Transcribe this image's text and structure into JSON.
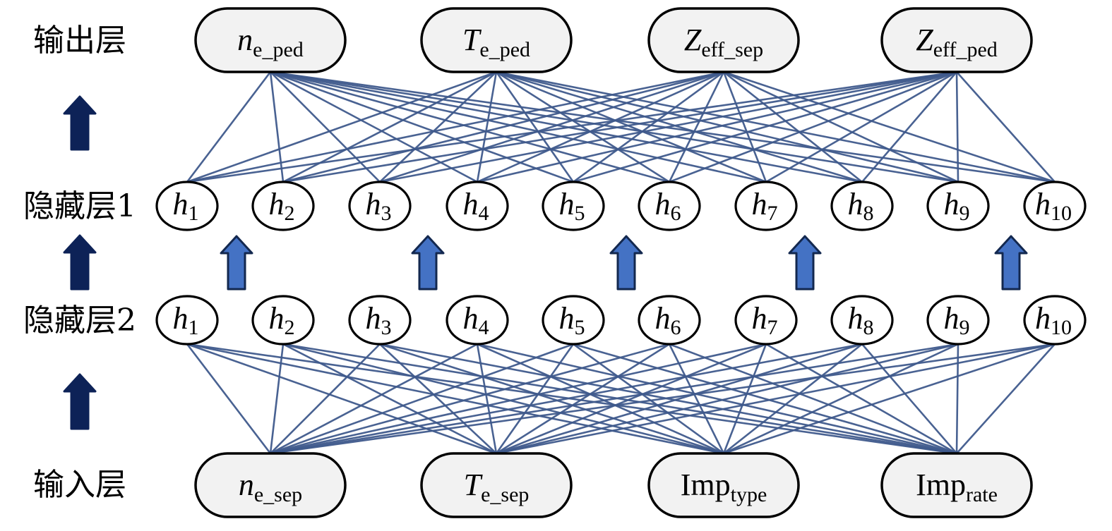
{
  "diagram": {
    "title": "",
    "colors": {
      "edge": "#3f5a8c",
      "pill_fill": "#f2f2f2",
      "node_stroke": "#000000",
      "arrow_dark": "#0d2257",
      "arrow_light": "#4472c4",
      "arrow_light_stroke": "#13284f"
    },
    "layers": [
      {
        "id": "output",
        "label": "输出层",
        "node_shape": "pill",
        "nodes": [
          {
            "id": "ne_ped",
            "main": "n",
            "main_italic": true,
            "sub": "e_ped"
          },
          {
            "id": "Te_ped",
            "main": "T",
            "main_italic": true,
            "sub": "e_ped"
          },
          {
            "id": "Zeff_sep",
            "main": "Z",
            "main_italic": true,
            "sub": "eff_sep"
          },
          {
            "id": "Zeff_ped",
            "main": "Z",
            "main_italic": true,
            "sub": "eff_ped"
          }
        ]
      },
      {
        "id": "hidden1",
        "label": "隐藏层1",
        "node_shape": "ellipse",
        "nodes": [
          {
            "id": "h1_1",
            "main": "h",
            "sub": "1"
          },
          {
            "id": "h1_2",
            "main": "h",
            "sub": "2"
          },
          {
            "id": "h1_3",
            "main": "h",
            "sub": "3"
          },
          {
            "id": "h1_4",
            "main": "h",
            "sub": "4"
          },
          {
            "id": "h1_5",
            "main": "h",
            "sub": "5"
          },
          {
            "id": "h1_6",
            "main": "h",
            "sub": "6"
          },
          {
            "id": "h1_7",
            "main": "h",
            "sub": "7"
          },
          {
            "id": "h1_8",
            "main": "h",
            "sub": "8"
          },
          {
            "id": "h1_9",
            "main": "h",
            "sub": "9"
          },
          {
            "id": "h1_10",
            "main": "h",
            "sub": "10"
          }
        ]
      },
      {
        "id": "hidden2",
        "label": "隐藏层2",
        "node_shape": "ellipse",
        "nodes": [
          {
            "id": "h2_1",
            "main": "h",
            "sub": "1"
          },
          {
            "id": "h2_2",
            "main": "h",
            "sub": "2"
          },
          {
            "id": "h2_3",
            "main": "h",
            "sub": "3"
          },
          {
            "id": "h2_4",
            "main": "h",
            "sub": "4"
          },
          {
            "id": "h2_5",
            "main": "h",
            "sub": "5"
          },
          {
            "id": "h2_6",
            "main": "h",
            "sub": "6"
          },
          {
            "id": "h2_7",
            "main": "h",
            "sub": "7"
          },
          {
            "id": "h2_8",
            "main": "h",
            "sub": "8"
          },
          {
            "id": "h2_9",
            "main": "h",
            "sub": "9"
          },
          {
            "id": "h2_10",
            "main": "h",
            "sub": "10"
          }
        ]
      },
      {
        "id": "input",
        "label": "输入层",
        "node_shape": "pill",
        "nodes": [
          {
            "id": "ne_sep",
            "main": "n",
            "main_italic": true,
            "sub": "e_sep"
          },
          {
            "id": "Te_sep",
            "main": "T",
            "main_italic": true,
            "sub": "e_sep"
          },
          {
            "id": "Imp_type",
            "main": "Imp",
            "main_italic": false,
            "sub": "type"
          },
          {
            "id": "Imp_rate",
            "main": "Imp",
            "main_italic": false,
            "sub": "rate"
          }
        ]
      }
    ],
    "connections": [
      {
        "from": "hidden1",
        "to": "output",
        "type": "fully-connected"
      },
      {
        "from": "input",
        "to": "hidden2",
        "type": "fully-connected"
      }
    ],
    "arrows": {
      "side_arrows": [
        {
          "from": "input",
          "to": "hidden2",
          "style": "dark"
        },
        {
          "from": "hidden2",
          "to": "hidden1",
          "style": "dark"
        },
        {
          "from": "hidden1",
          "to": "output",
          "style": "dark"
        }
      ],
      "between_hidden_count": 5,
      "between_hidden_style": "light"
    }
  }
}
